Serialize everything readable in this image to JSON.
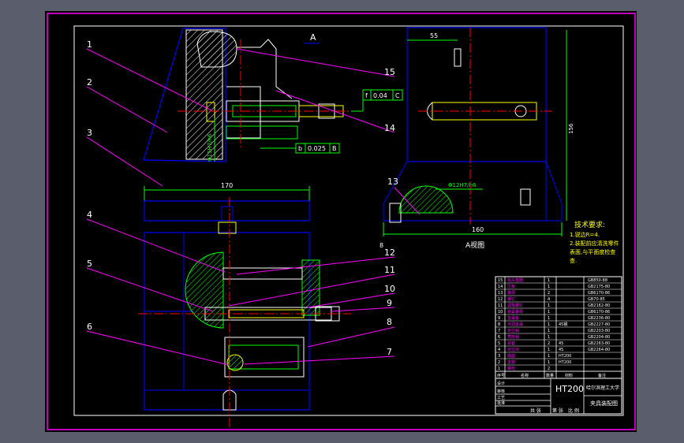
{
  "colors": {
    "chrome": "#5a5d6c",
    "sheet": "#000000",
    "frame": "#ff00ff",
    "outline": "#0000ff",
    "centerline": "#ff0000",
    "part_green": "#00ff00",
    "part_yellow": "#ffff00",
    "part_cyan": "#00ffff",
    "white": "#ffffff"
  },
  "view_label_top": "A",
  "view_label_a": "A视图",
  "balloons": [
    "1",
    "2",
    "3",
    "4",
    "5",
    "6",
    "7",
    "8",
    "9",
    "10",
    "11",
    "12",
    "13",
    "14",
    "15"
  ],
  "dimensions": {
    "width_170": "170",
    "width_55": "55",
    "width_160": "160",
    "height_156": "156",
    "fit_h7h6_side": "Φ15H7/h6",
    "fit_h7h6_a": "Φ12H7/h6",
    "small_8": "8"
  },
  "tolerances": {
    "flatness": {
      "symbol": "f",
      "value": "0.04",
      "datum": "C"
    },
    "parallel": {
      "symbol": "b",
      "value": "0.025",
      "datum": "B"
    }
  },
  "tech_requirements": {
    "title": "技术要求:",
    "lines": [
      "1.锐边R=4.",
      "2.装配前应清洗零件",
      "  表面,与平面度检查",
      "  查."
    ]
  },
  "title_block": {
    "material": "HT200",
    "school": "哈尔滨理工大学",
    "drawing_name": "夹具装配图",
    "col_seq": "序号",
    "col_name": "名称",
    "col_qty": "数量",
    "col_material": "材料",
    "col_remark": "备注",
    "row_labels": [
      "设计",
      "审核",
      "工艺",
      "批准"
    ],
    "bottom_labels": [
      "共 张",
      "第 张",
      "比 例"
    ]
  },
  "bom_rows": [
    {
      "no": "15",
      "name": "钩头垫圈",
      "qty": "1",
      "mat": "",
      "std": "GB850-88"
    },
    {
      "no": "14",
      "name": "压板",
      "qty": "1",
      "mat": "",
      "std": "GB2175-80"
    },
    {
      "no": "13",
      "name": "螺母",
      "qty": "2",
      "mat": "",
      "std": "GB6170-86"
    },
    {
      "no": "12",
      "name": "螺钉",
      "qty": "4",
      "mat": "",
      "std": "GB70-85"
    },
    {
      "no": "11",
      "name": "调整螺钉",
      "qty": "1",
      "mat": "",
      "std": "GB2162-80"
    },
    {
      "no": "10",
      "name": "锁紧螺母",
      "qty": "1",
      "mat": "",
      "std": "GB6170-86"
    },
    {
      "no": "9",
      "name": "支承板",
      "qty": "1",
      "mat": "",
      "std": "GB2236-80"
    },
    {
      "no": "8",
      "name": "可调支承",
      "qty": "1",
      "mat": "45钢",
      "std": "GB2227-80"
    },
    {
      "no": "7",
      "name": "定位销",
      "qty": "1",
      "mat": "",
      "std": "GB2203-80"
    },
    {
      "no": "6",
      "name": "菱形销",
      "qty": "1",
      "mat": "",
      "std": "GB2204-80"
    },
    {
      "no": "5",
      "name": "衬套",
      "qty": "2",
      "mat": "45",
      "std": "GB2263-80"
    },
    {
      "no": "4",
      "name": "定位块",
      "qty": "1",
      "mat": "45",
      "std": "GB2264-80"
    },
    {
      "no": "3",
      "name": "底座",
      "qty": "1",
      "mat": "HT200",
      "std": ""
    },
    {
      "no": "2",
      "name": "支架",
      "qty": "1",
      "mat": "HT200",
      "std": ""
    },
    {
      "no": "1",
      "name": "螺栓",
      "qty": "2",
      "mat": "",
      "std": ""
    }
  ]
}
